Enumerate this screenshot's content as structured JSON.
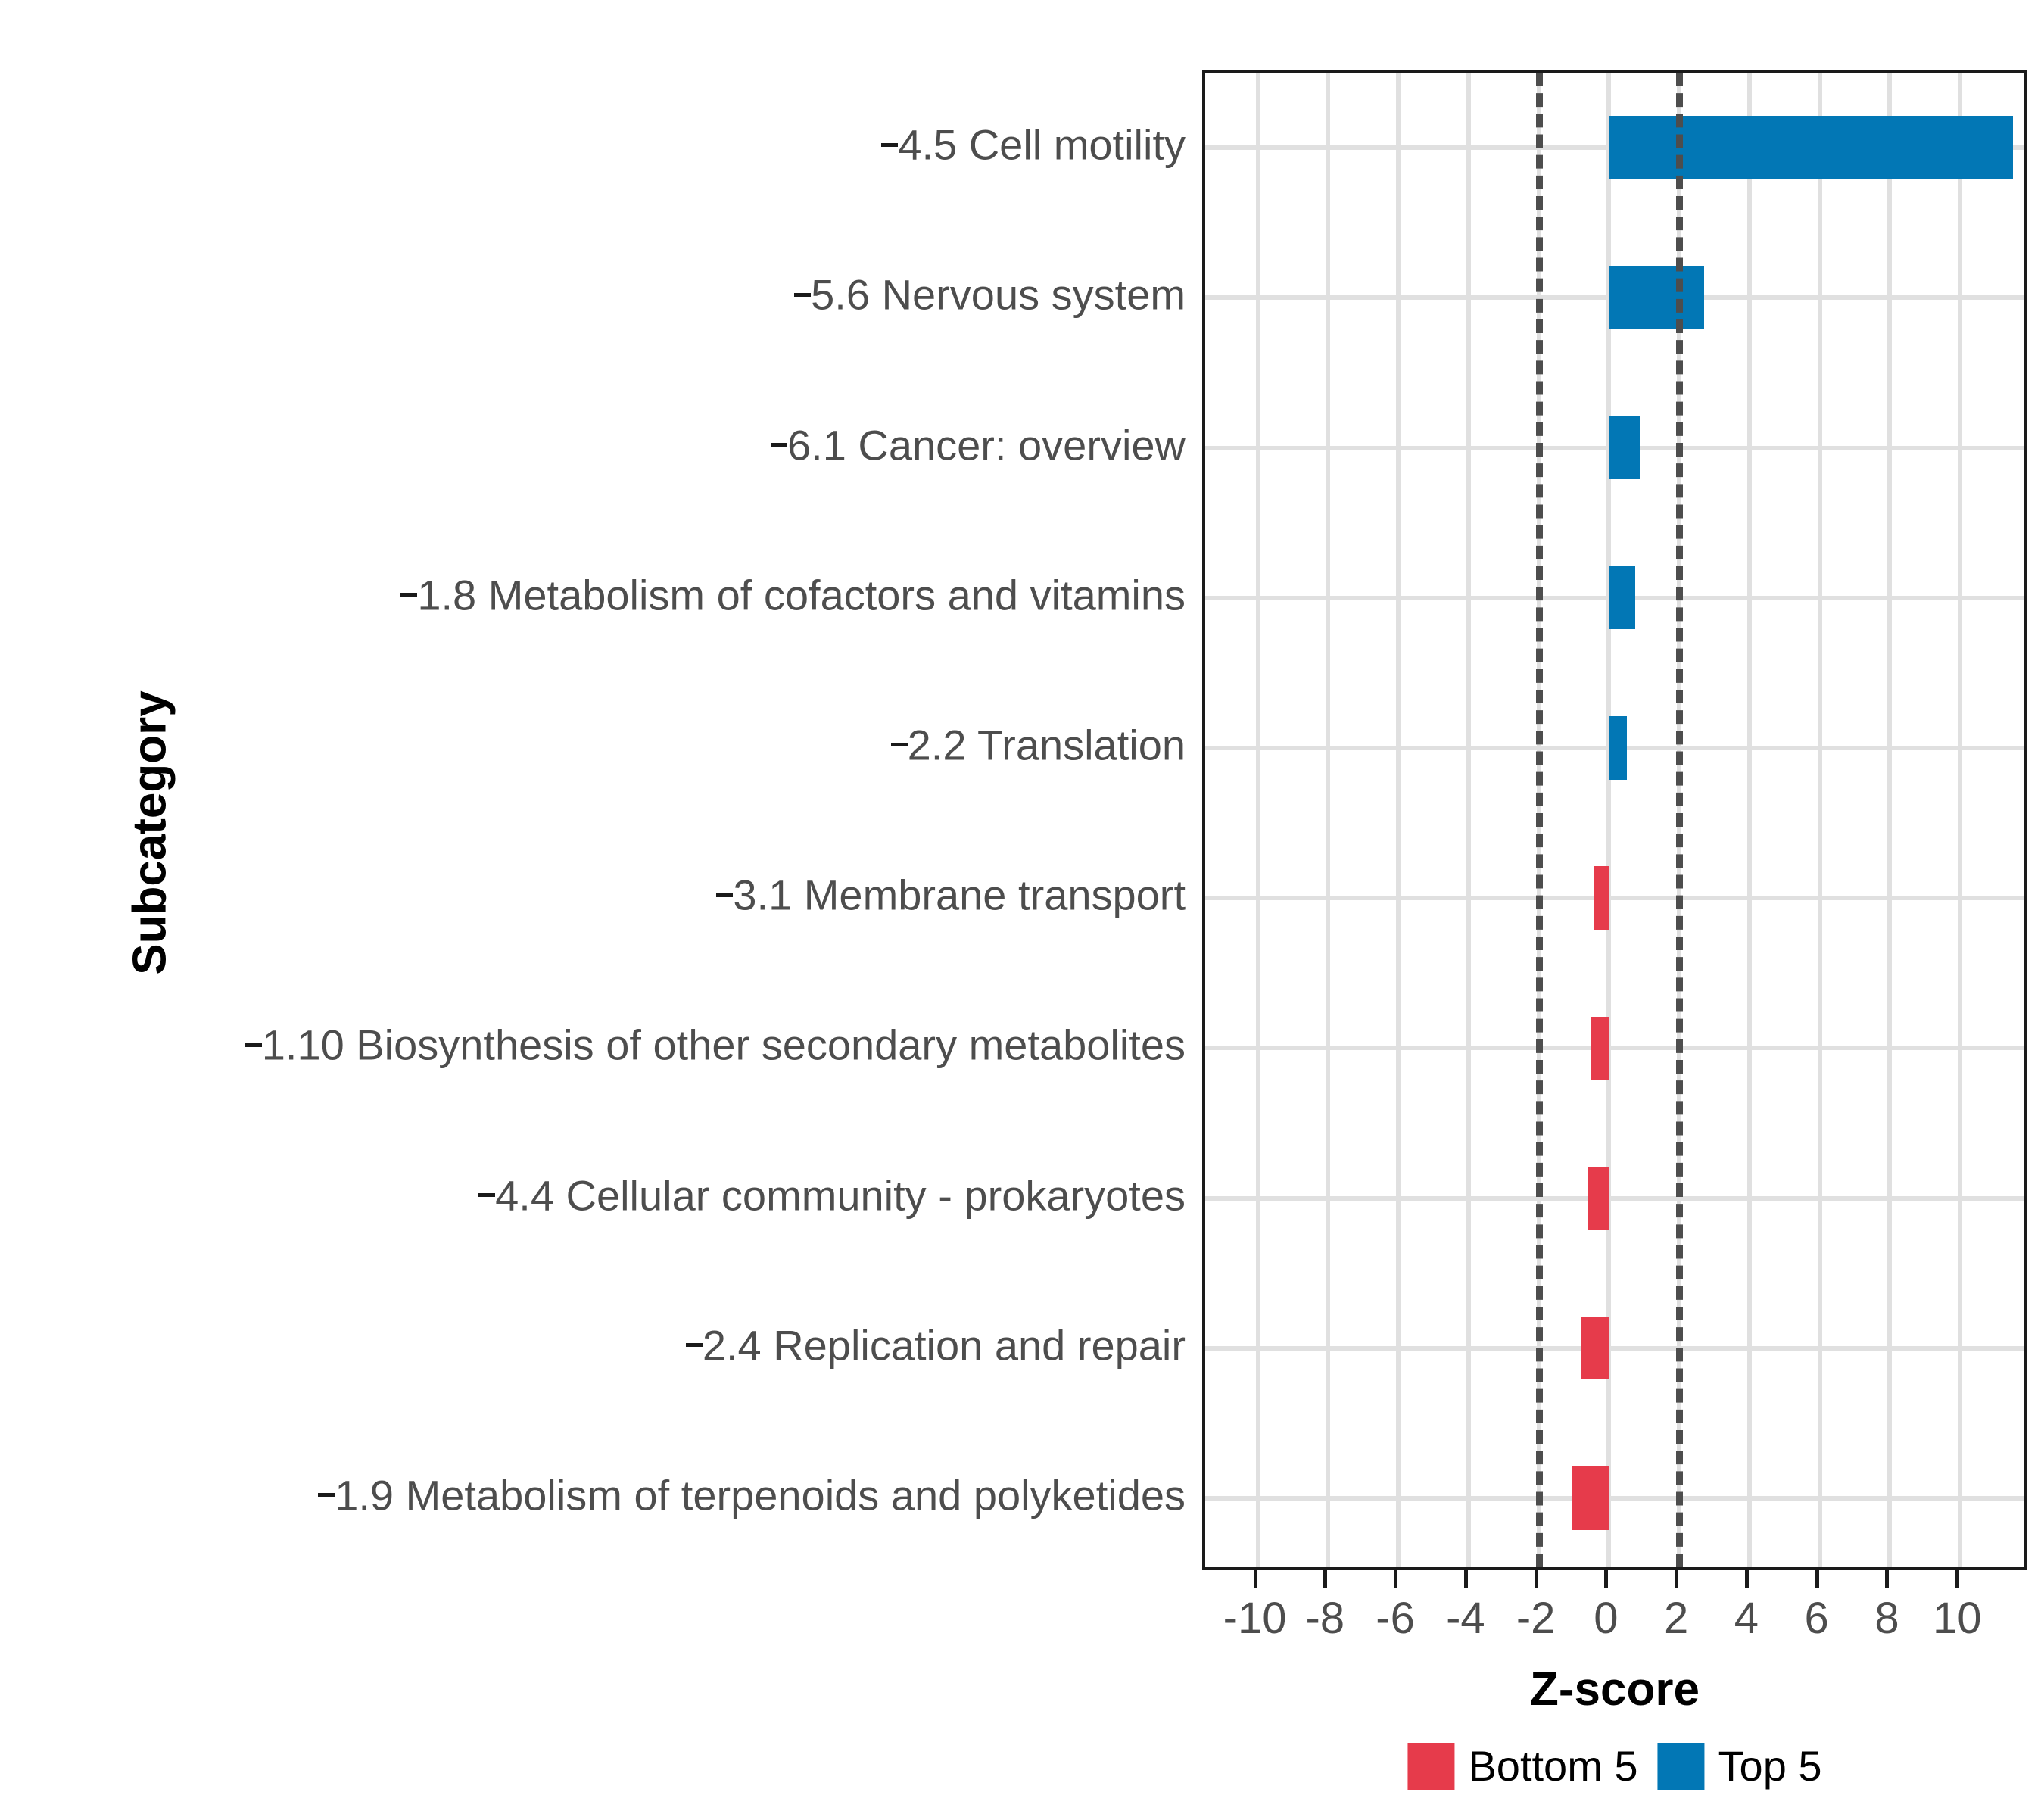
{
  "axes": {
    "ylabel": "Subcategory",
    "xlabel": "Z-score",
    "xticks": [
      "-10",
      "-8",
      "-6",
      "-4",
      "-2",
      "0",
      "2",
      "4",
      "6",
      "8",
      "10"
    ],
    "xlim": [
      -11.5,
      12.0
    ],
    "threshold_lines": [
      -2,
      2
    ]
  },
  "legend": {
    "position": "bottom",
    "items": [
      {
        "label": "Bottom 5",
        "color": "#E63B4B"
      },
      {
        "label": "Top 5",
        "color": "#0277B5"
      }
    ]
  },
  "colors": {
    "top5": "#0277B5",
    "bottom5": "#E63B4B",
    "grid": "#e0e0e0",
    "panel_border": "#1a1a1a",
    "tick_text": "#4d4d4d",
    "dash_line": "#4d4d4d"
  },
  "chart_data": {
    "type": "bar",
    "orientation": "horizontal",
    "title": "",
    "xlabel": "Z-score",
    "ylabel": "Subcategory",
    "xlim": [
      -11.5,
      12.0
    ],
    "grid": true,
    "legend_position": "bottom",
    "categories": [
      "4.5 Cell motility",
      "5.6 Nervous system",
      "6.1 Cancer: overview",
      "1.8 Metabolism of cofactors and vitamins",
      "2.2 Translation",
      "3.1 Membrane transport",
      "1.10 Biosynthesis of other secondary metabolites",
      "4.4 Cellular community - prokaryotes",
      "2.4 Replication and repair",
      "1.9 Metabolism of terpenoids and polyketides"
    ],
    "values": [
      11.5,
      2.7,
      0.9,
      0.75,
      0.5,
      -0.45,
      -0.5,
      -0.6,
      -0.8,
      -1.05
    ],
    "groups": [
      "Top 5",
      "Top 5",
      "Top 5",
      "Top 5",
      "Top 5",
      "Bottom 5",
      "Bottom 5",
      "Bottom 5",
      "Bottom 5",
      "Bottom 5"
    ],
    "annotations": [
      {
        "type": "vline",
        "x": -2,
        "style": "dashed"
      },
      {
        "type": "vline",
        "x": 2,
        "style": "dashed"
      }
    ]
  }
}
